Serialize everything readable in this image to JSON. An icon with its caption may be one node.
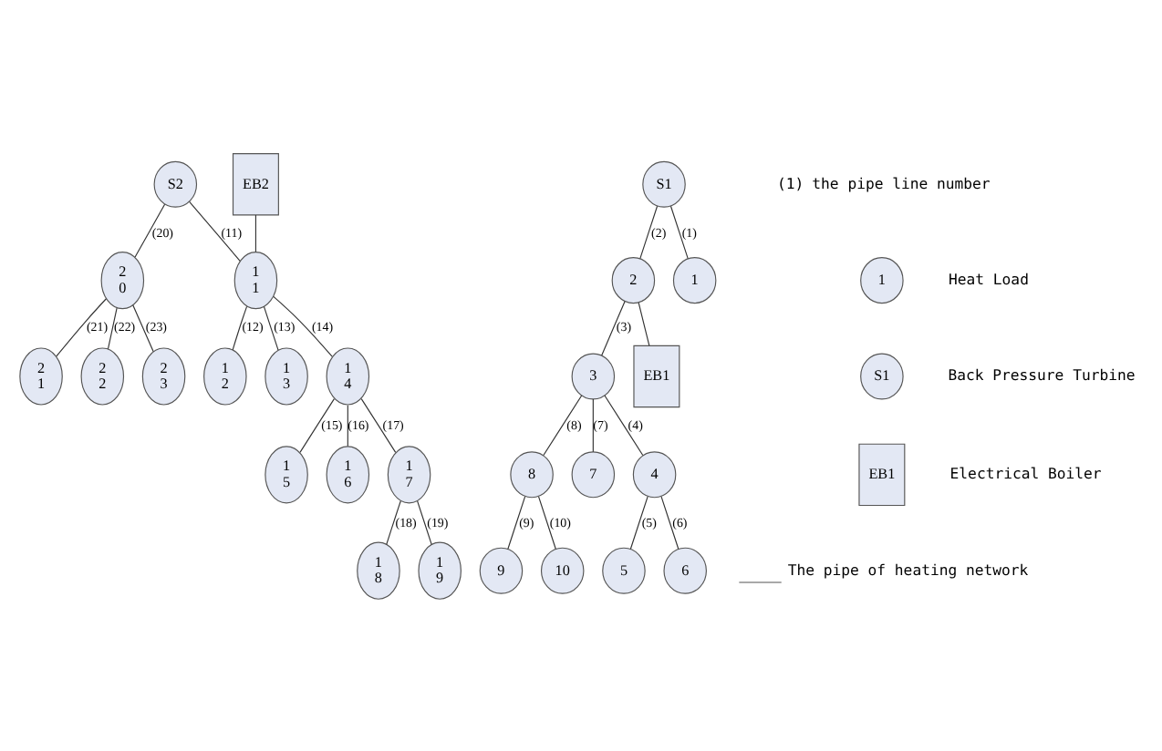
{
  "diagram": {
    "nodes": [
      {
        "text": [
          "2 1"
        ]
      },
      {
        "text": [
          "S2"
        ]
      },
      {
        "text": [
          "2 0"
        ]
      },
      {
        "text": [
          "2 2"
        ]
      },
      {
        "text": [
          "EB2"
        ]
      },
      {
        "text": [
          "2 3"
        ]
      },
      {
        "text": [
          "1 2"
        ]
      },
      {
        "text": [
          "1 1"
        ]
      },
      {
        "text": [
          "1 3"
        ]
      },
      {
        "text": [
          "1 5"
        ]
      },
      {
        "text": [
          "1 4"
        ]
      },
      {
        "text": [
          "1 6"
        ]
      },
      {
        "text": [
          "1 8"
        ]
      },
      {
        "text": [
          "1 7"
        ]
      },
      {
        "text": [
          "1 9"
        ]
      },
      {
        "text": [
          "9"
        ]
      },
      {
        "text": [
          "8"
        ]
      },
      {
        "text": [
          "10"
        ]
      },
      {
        "text": [
          "S1"
        ]
      },
      {
        "text": [
          "7"
        ]
      },
      {
        "text": [
          "3"
        ]
      },
      {
        "text": [
          "2"
        ]
      },
      {
        "text": [
          "1"
        ]
      },
      {
        "text": [
          "5"
        ]
      },
      {
        "text": [
          "4"
        ]
      },
      {
        "text": [
          "6"
        ]
      },
      {
        "text": [
          "EB1"
        ]
      },
      {
        "text": [
          "1"
        ],
        "beside": [
          "Heat Load"
        ]
      },
      {
        "text": [
          "S1"
        ],
        "beside": [
          "Back Pressure Turbine"
        ]
      },
      {
        "text": [
          "EB1"
        ],
        "beside": [
          "Electrical Boiler"
        ]
      }
    ],
    "edges": [
      {
        "from": 18,
        "to": 22,
        "arrow": "none",
        "label": "(1)"
      },
      {
        "from": 18,
        "to": 21,
        "arrow": "none",
        "label": "(2)"
      },
      {
        "from": 21,
        "to": 20,
        "arrow": "none",
        "label": "(3)"
      },
      {
        "from": 20,
        "to": 24,
        "arrow": "none",
        "label": "(4)"
      },
      {
        "from": 24,
        "to": 23,
        "arrow": "none",
        "label": "(5)"
      },
      {
        "from": 24,
        "to": 25,
        "arrow": "none",
        "label": "(6)"
      },
      {
        "from": 20,
        "to": 19,
        "arrow": "none",
        "label": "(7)"
      },
      {
        "from": 20,
        "to": 16,
        "arrow": "none",
        "label": "(8)"
      },
      {
        "from": 16,
        "to": 15,
        "arrow": "none",
        "label": "(9)"
      },
      {
        "from": 16,
        "to": 17,
        "arrow": "none",
        "label": "(10)"
      },
      {
        "from": 21,
        "to": 26,
        "arrow": "none"
      },
      {
        "from": 1,
        "to": 7,
        "arrow": "none",
        "label": "(11)"
      },
      {
        "from": 4,
        "to": 7,
        "arrow": "none"
      },
      {
        "from": 7,
        "to": 6,
        "arrow": "none",
        "label": "(12)"
      },
      {
        "from": 7,
        "to": 8,
        "arrow": "none",
        "label": "(13)"
      },
      {
        "from": 7,
        "to": 10,
        "arrow": "none",
        "label": "(14)"
      },
      {
        "from": 10,
        "to": 9,
        "arrow": "none",
        "label": "(15)"
      },
      {
        "from": 10,
        "to": 11,
        "arrow": "none",
        "label": "(16)"
      },
      {
        "from": 10,
        "to": 13,
        "arrow": "none",
        "label": "(17)"
      },
      {
        "from": 13,
        "to": 12,
        "arrow": "none",
        "label": "(18)"
      },
      {
        "from": 13,
        "to": 14,
        "arrow": "none",
        "label": "(19)"
      },
      {
        "from": 1,
        "to": 2,
        "arrow": "none",
        "label": "(20)"
      },
      {
        "from": 2,
        "to": 0,
        "arrow": "none",
        "label": "(21)"
      },
      {
        "from": 2,
        "to": 3,
        "arrow": "none",
        "label": "(22)"
      },
      {
        "from": 2,
        "to": 5,
        "arrow": "none",
        "label": "(23)"
      }
    ],
    "labels": [
      "(1)",
      "the pipe line number"
    ],
    "legend": [
      {
        "text": "The pipe of heating network"
      }
    ]
  }
}
